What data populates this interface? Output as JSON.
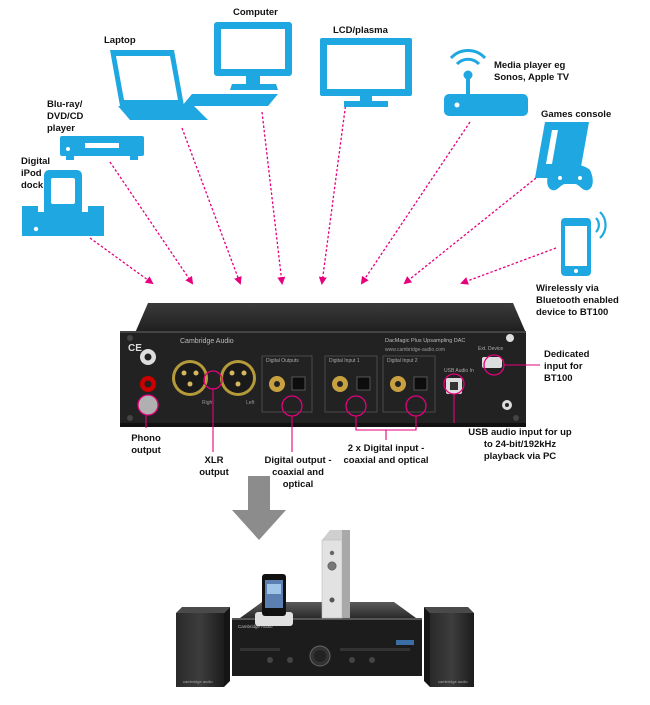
{
  "devices": {
    "ipod_dock": "Digital\niPod\ndock",
    "bluray": "Blu-ray/\nDVD/CD\nplayer",
    "laptop": "Laptop",
    "computer": "Computer",
    "lcd": "LCD/plasma",
    "media_player": "Media player eg\nSonos, Apple TV",
    "games_console": "Games console",
    "bluetooth": "Wirelessly via\nBluetooth enabled\ndevice to BT100"
  },
  "callouts": {
    "dedicated_input": "Dedicated\ninput for\nBT100",
    "phono_output": "Phono\noutput",
    "xlr_output": "XLR\noutput",
    "digital_output": "Digital output -\ncoaxial and\noptical",
    "digital_inputs": "2 x Digital input -\ncoaxial and optical",
    "usb_input": "USB audio input for up\nto 24-bit/192kHz\nplayback via PC"
  },
  "dac_panel": {
    "brand": "Cambridge Audio",
    "product": "DacMagic Plus Upsampling DAC",
    "website": "www.cambridge-audio.com",
    "digital_outputs": "Digital Outputs",
    "digital_input_1": "Digital Input 1",
    "digital_input_2": "Digital Input 2",
    "usb_audio_in": "USB Audio In",
    "ext_device": "Ext. Device",
    "xlr_right": "Right",
    "xlr_left": "Left",
    "ce_mark": "CE"
  },
  "amp": {
    "brand": "Cambridge Audio",
    "speaker_brand": "cambridge audio"
  },
  "colors": {
    "icon_blue": "#1ea7e1",
    "arrow_pink": "#e6007e",
    "panel_dark": "#222222",
    "arrow_grey": "#8c8c8c"
  }
}
